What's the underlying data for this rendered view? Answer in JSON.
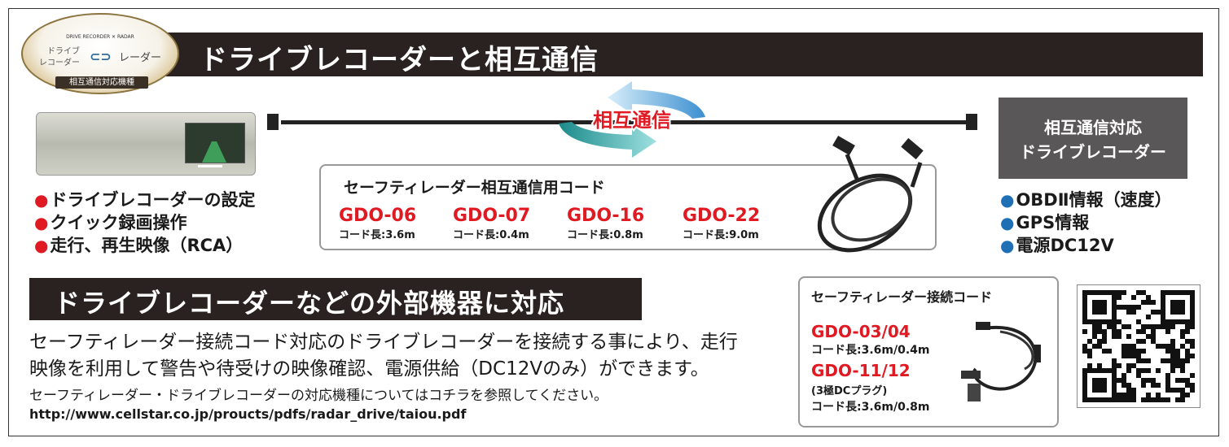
{
  "badge": {
    "top_text": "DRIVE RECORDER ✕ RADAR",
    "left_line1": "ドライブ",
    "left_line2": "レコーダー",
    "link_symbol": "⊂⊃",
    "right_text": "レーダー",
    "bar_text": "相互通信対応機種"
  },
  "header1": {
    "title": "ドライブレコーダーと相互通信"
  },
  "mutual": {
    "label": "相互通信"
  },
  "left_features": [
    "●ドライブレコーダーの設定",
    "●クイック録画操作",
    "●走行、再生映像（RCA）"
  ],
  "right_features": [
    "●OBDⅡ情報（速度）",
    "●GPS情報",
    "●電源DC12V"
  ],
  "compat_box": {
    "line1": "相互通信対応",
    "line2": "ドライブレコーダー"
  },
  "cord_box": {
    "title": "セーフティレーダー相互通信用コード",
    "models": [
      {
        "name": "GDO-06",
        "length": "コード長:3.6m"
      },
      {
        "name": "GDO-07",
        "length": "コード長:0.4m"
      },
      {
        "name": "GDO-16",
        "length": "コード長:0.8m"
      },
      {
        "name": "GDO-22",
        "length": "コード長:9.0m"
      }
    ]
  },
  "header2": {
    "title": "ドライブレコーダーなどの外部機器に対応"
  },
  "description": {
    "line1": "セーフティレーダー接続コード対応のドライブレコーダーを接続する事により、走行",
    "line2": "映像を利用して警告や待受けの映像確認、電源供給（DC12Vのみ）ができます。",
    "note": "セーフティレーダー・ドライブレコーダーの対応機種についてはコチラを参照してください。",
    "url": "http://www.cellstar.co.jp/proucts/pdfs/radar_drive/taiou.pdf"
  },
  "connect_box": {
    "title": "セーフティレーダー接続コード",
    "model1": "GDO-03/04",
    "length1": "コード長:3.6m/0.4m",
    "model2": "GDO-11/12",
    "note2": "(3極DCプラグ)",
    "length2": "コード長:3.6m/0.8m"
  },
  "colors": {
    "accent_red": "#e01a22",
    "band_dark": "#2a2220",
    "bullet_blue": "#1f6fb5",
    "compat_gray": "#595757"
  }
}
